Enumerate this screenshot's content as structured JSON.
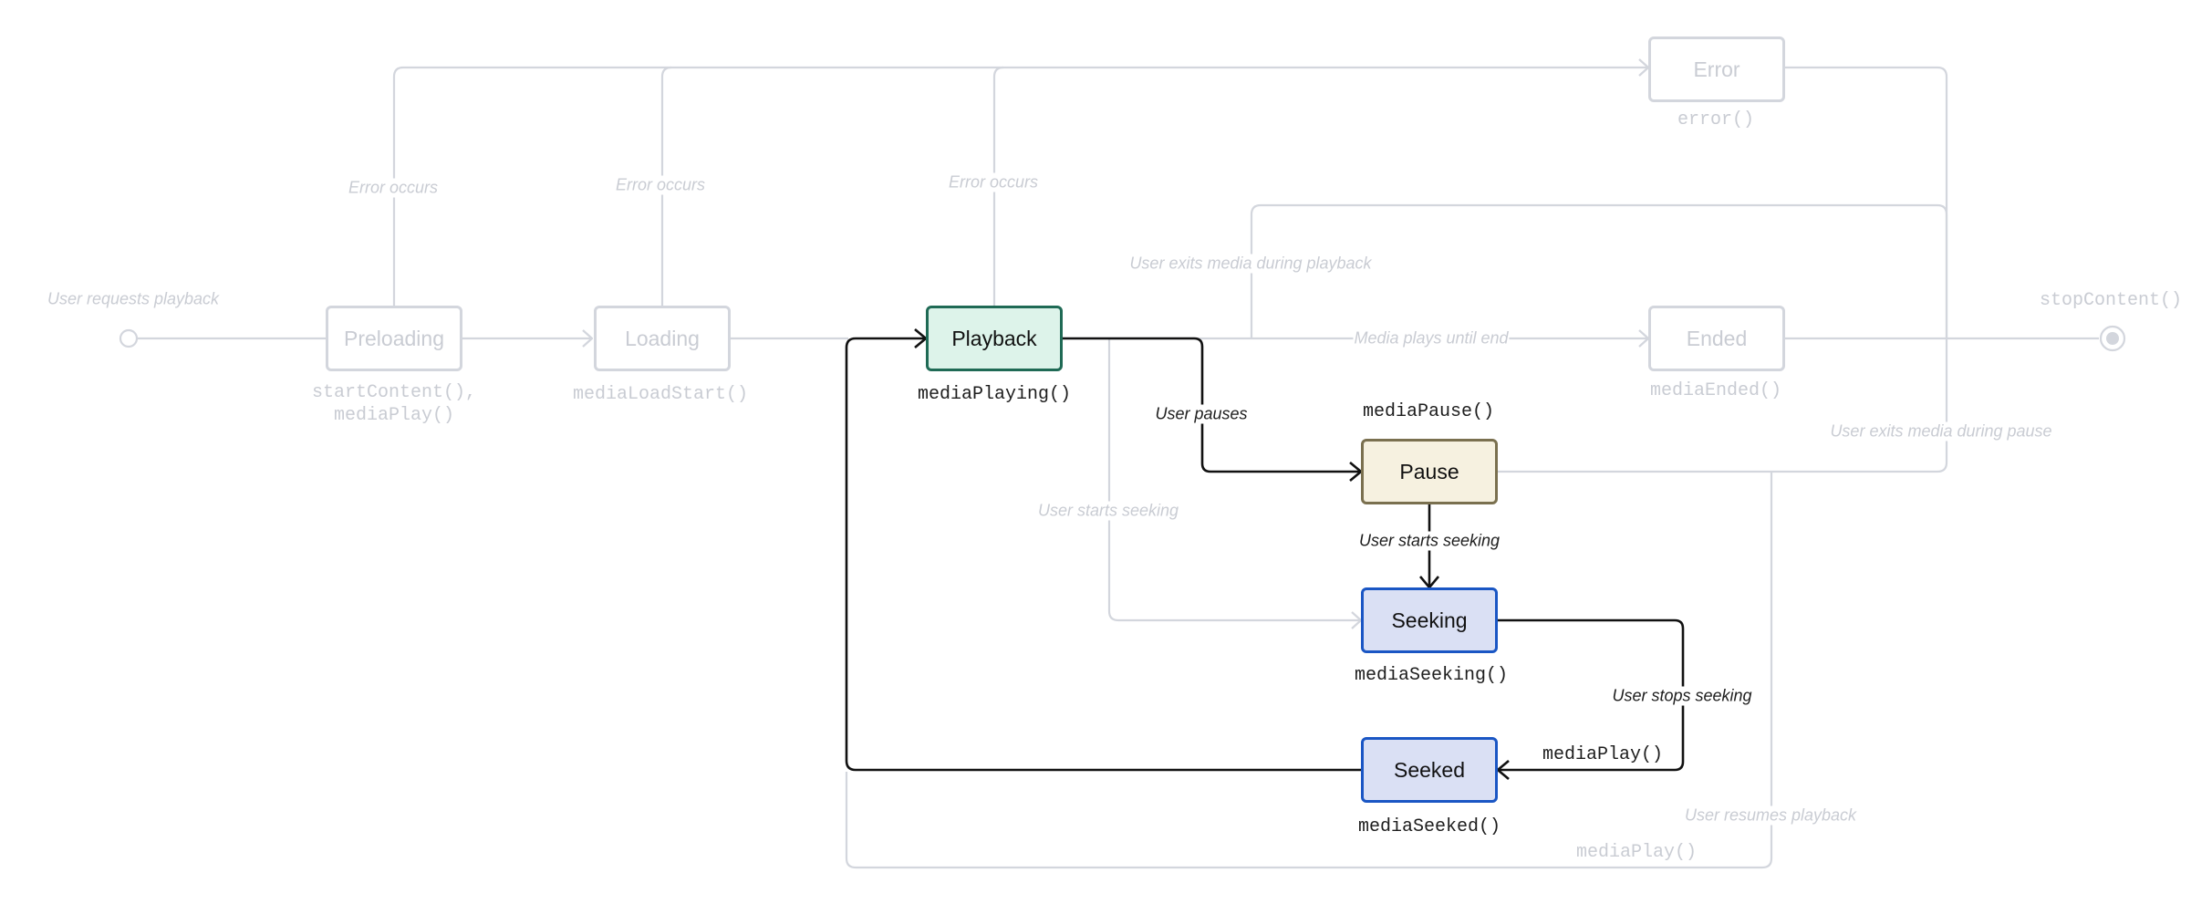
{
  "states": {
    "preloading": "Preloading",
    "loading": "Loading",
    "playback": "Playback",
    "error": "Error",
    "ended": "Ended",
    "pause": "Pause",
    "seeking": "Seeking",
    "seeked": "Seeked"
  },
  "callbacks": {
    "start_content": "startContent(),\nmediaPlay()",
    "media_load_start": "mediaLoadStart()",
    "media_playing": "mediaPlaying()",
    "error": "error()",
    "media_ended": "mediaEnded()",
    "media_pause": "mediaPause()",
    "media_seeking": "mediaSeeking()",
    "media_seeked": "mediaSeeked()",
    "media_play_seek": "mediaPlay()",
    "media_play_resume": "mediaPlay()",
    "stop_content": "stopContent()"
  },
  "transitions": {
    "user_requests_playback": "User requests playback",
    "error_occurs_preloading": "Error occurs",
    "error_occurs_loading": "Error occurs",
    "error_occurs_playback": "Error occurs",
    "user_exits_during_playback": "User exits media during playback",
    "media_plays_until_end": "Media plays until end",
    "user_pauses": "User pauses",
    "user_starts_seeking_from_playback": "User starts seeking",
    "user_starts_seeking_from_pause": "User starts seeking",
    "user_stops_seeking": "User stops seeking",
    "user_exits_during_pause": "User exits media during pause",
    "user_resumes_playback": "User resumes playback"
  },
  "colors": {
    "inactive_line": "#d3d6dd",
    "inactive_text": "#c9ccd3",
    "active_line": "#111111",
    "playback_fill": "#ddf3ea",
    "playback_border": "#1f6a55",
    "pause_fill": "#f6f1e0",
    "pause_border": "#7a704f",
    "seek_fill": "#dae0f4",
    "seek_border": "#1a56c4"
  }
}
